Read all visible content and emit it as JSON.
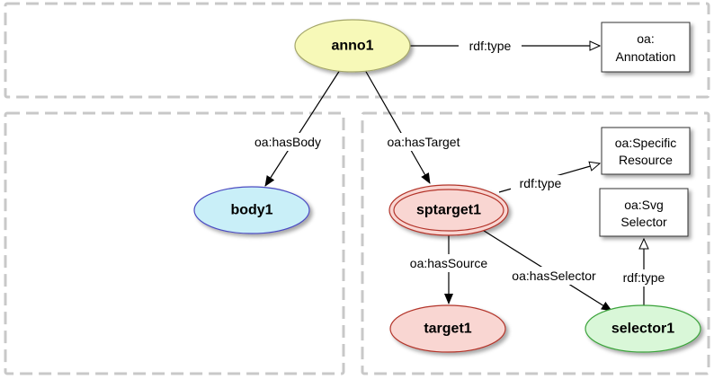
{
  "nodes": {
    "anno1": {
      "label": "anno1",
      "fill": "#f7f9b8",
      "stroke": "#a4a66a"
    },
    "body1": {
      "label": "body1",
      "fill": "#c9eff8",
      "stroke": "#4c4cc2"
    },
    "sptarget1": {
      "label": "sptarget1",
      "fill": "#f9d6d2",
      "stroke": "#b3342a"
    },
    "target1": {
      "label": "target1",
      "fill": "#f9d6d2",
      "stroke": "#b3342a"
    },
    "selector1": {
      "label": "selector1",
      "fill": "#d9f7d8",
      "stroke": "#3aa33a"
    }
  },
  "classes": {
    "annotation": {
      "line1": "oa:",
      "line2": "Annotation"
    },
    "specific_resource": {
      "line1": "oa:Specific",
      "line2": "Resource"
    },
    "svg_selector": {
      "line1": "oa:Svg",
      "line2": "Selector"
    }
  },
  "edges": {
    "anno_type": "rdf:type",
    "has_body": "oa:hasBody",
    "has_target": "oa:hasTarget",
    "sptarget_type": "rdf:type",
    "has_source": "oa:hasSource",
    "has_selector": "oa:hasSelector",
    "selector_type": "rdf:type"
  }
}
